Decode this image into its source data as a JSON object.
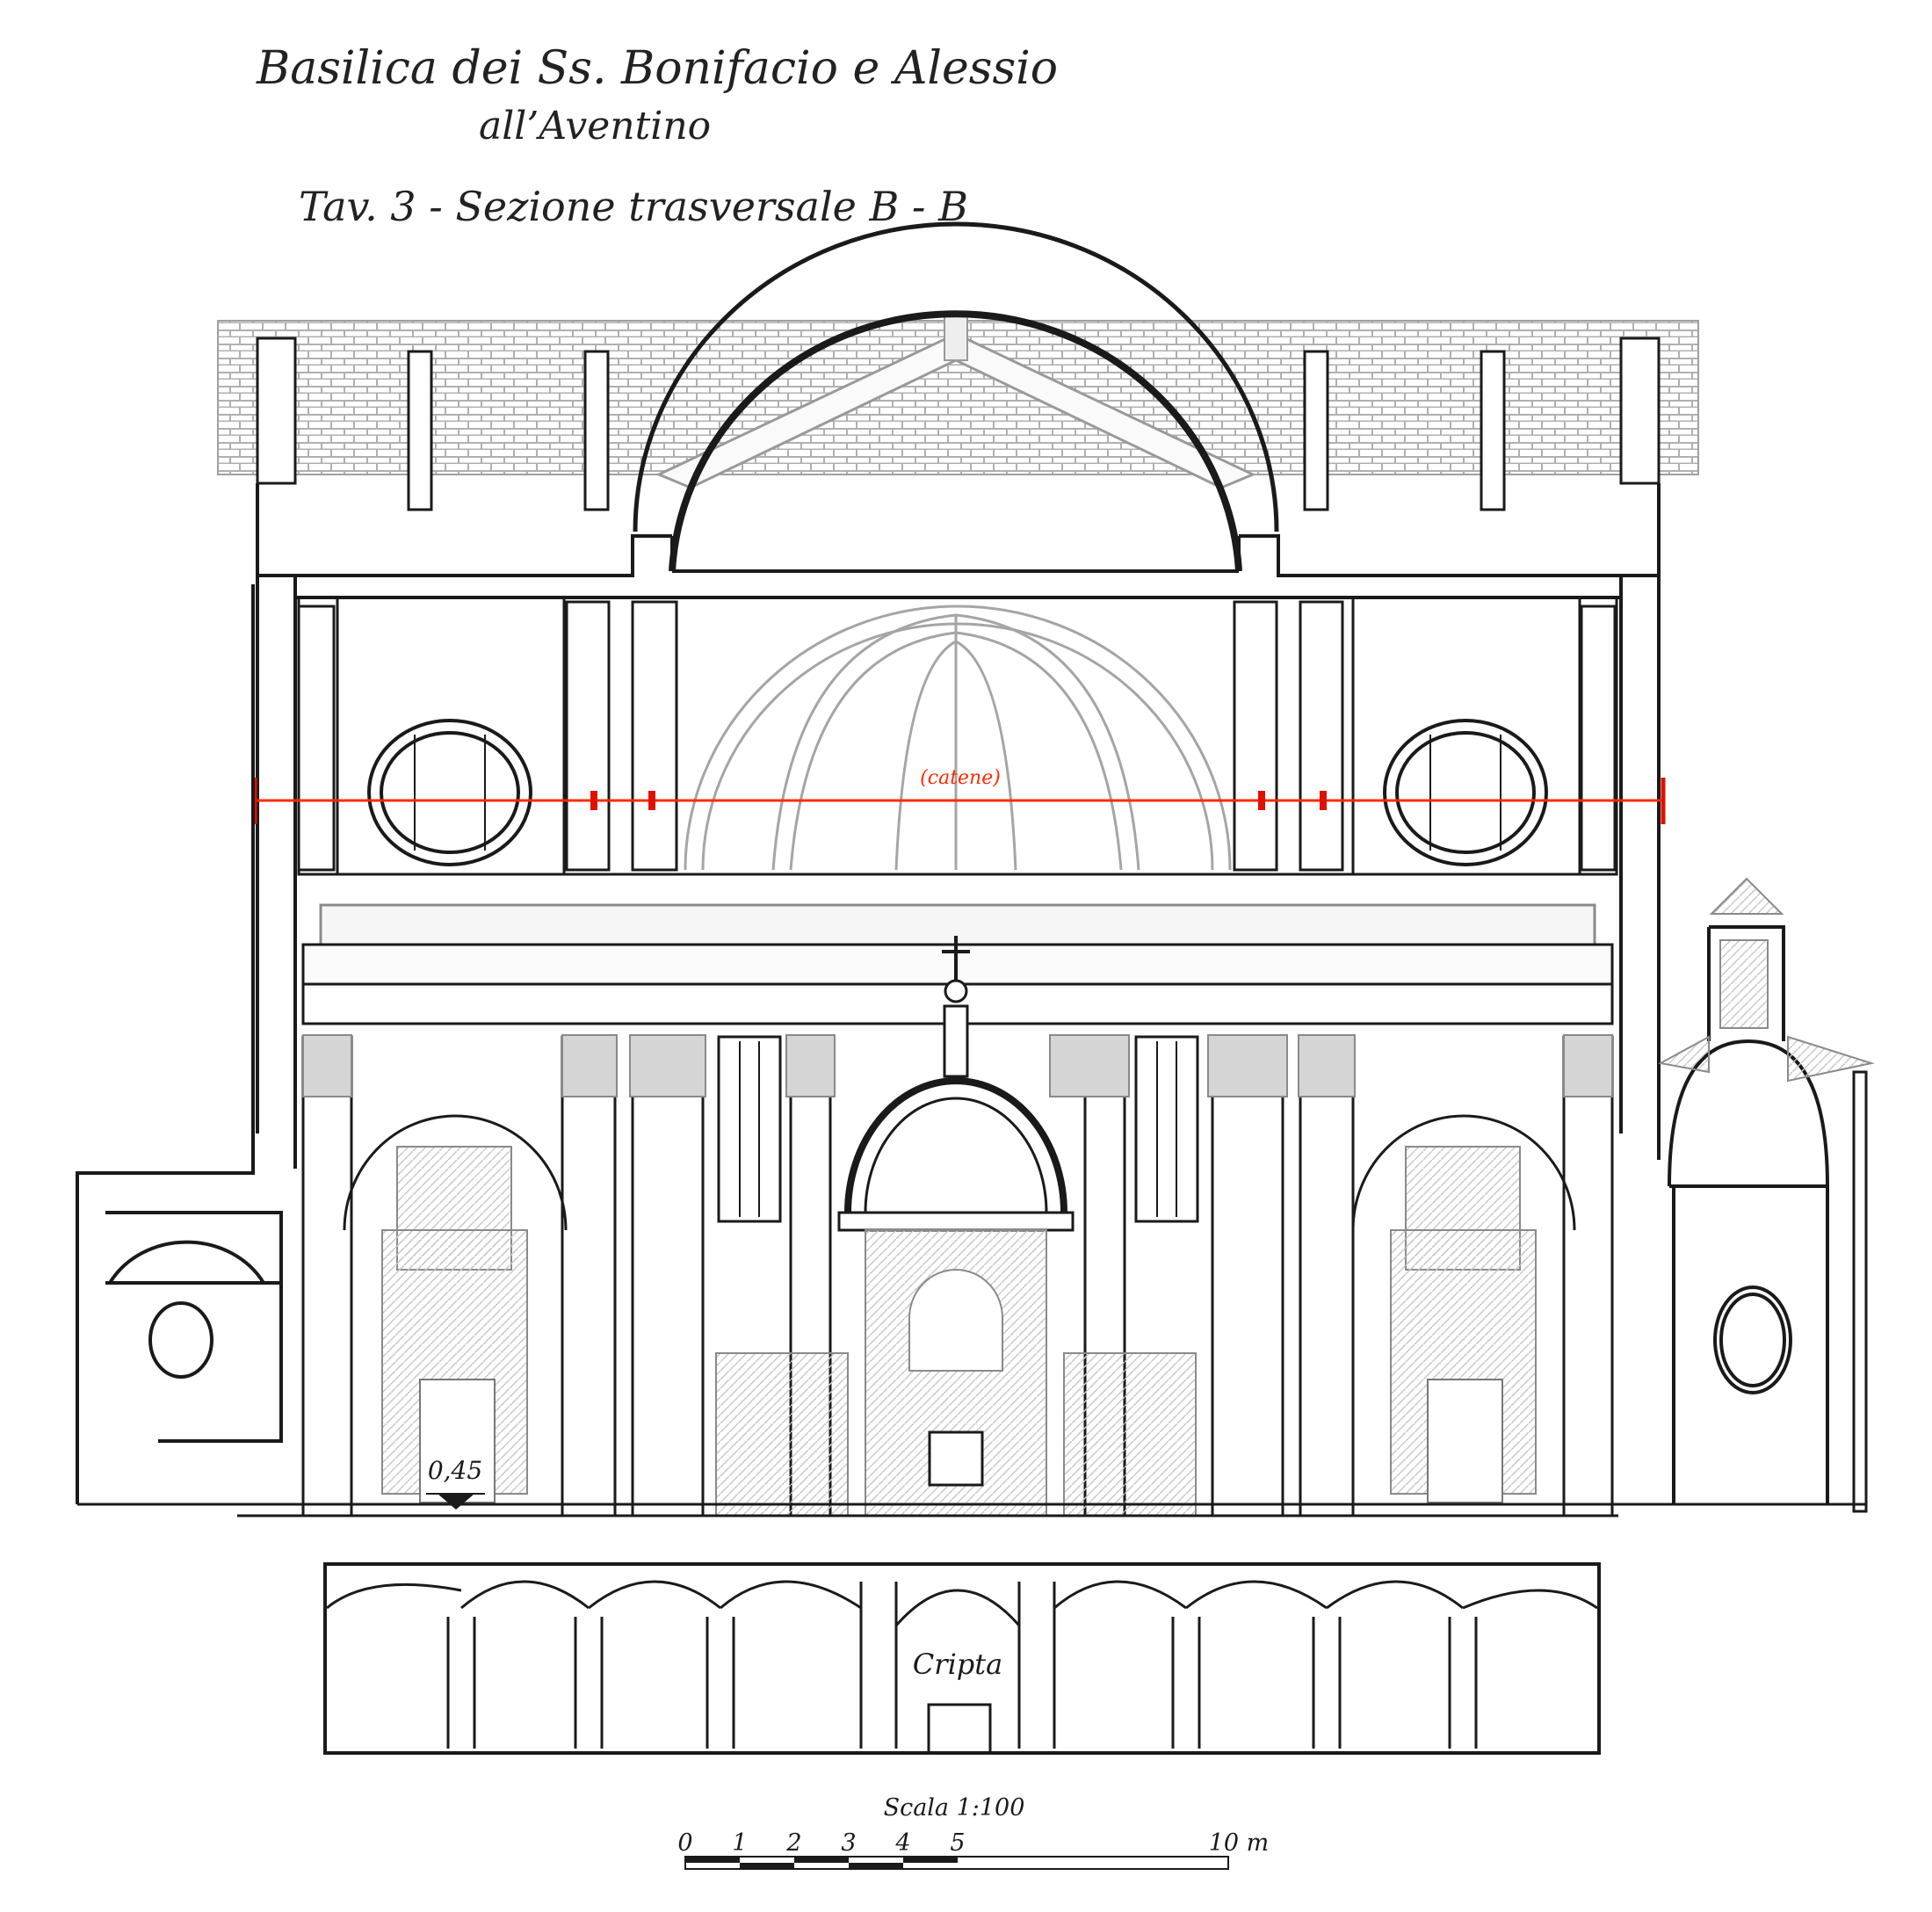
{
  "header": {
    "title": "Basilica dei Ss. Bonifacio e Alessio",
    "subtitle": "all’Aventino",
    "plate": "Tav. 3 - Sezione trasversale B - B"
  },
  "labels": {
    "chains": "(catene)",
    "level": "0,45",
    "crypt": "Cripta"
  },
  "scale_bar": {
    "title": "Scala 1:100",
    "ticks": [
      "0",
      "1",
      "2",
      "3",
      "4",
      "5"
    ],
    "end_label": "10 m"
  },
  "colors": {
    "ink": "#1a1a1a",
    "gray_ink": "#9a9a9a",
    "chain_line": "#ff2a00"
  }
}
